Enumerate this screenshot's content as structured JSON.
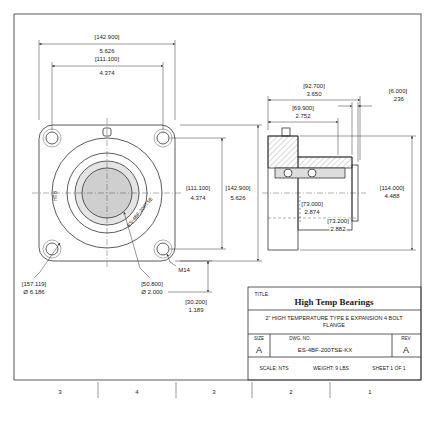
{
  "diagram": {
    "labels": [
      "[142.900]",
      "5.626",
      "[111.100]",
      "4.374",
      "[111.100]",
      "4.374",
      "[142.900]",
      "5.626",
      "[157.119]",
      "Ø 6.186",
      "[50.800]",
      "Ø 2.000",
      "M14",
      "[30.200]",
      "1.189",
      "[92.700]",
      "3.650",
      "[69.900]",
      "2.752",
      "[6.000]",
      ".236",
      "[73.000]",
      "2.874",
      "[73.200]",
      "2.882",
      "[114.000]",
      "4.488",
      "ES-4BF-200TSE",
      "HTB",
      "TITLE:",
      "High Temp Bearings",
      "2\" HIGH TEMPERATURE TYPE E EXPANSION 4 BOLT FLANGE",
      "SIZE",
      "DWG. NO.",
      "REV",
      "A",
      "ES-4BF-200TSE-KX",
      "A",
      "SCALE: NTS",
      "WEIGHT: 9 LBS",
      "SHEET 1 OF 1",
      "3",
      "4",
      "3",
      "2",
      "1"
    ]
  }
}
